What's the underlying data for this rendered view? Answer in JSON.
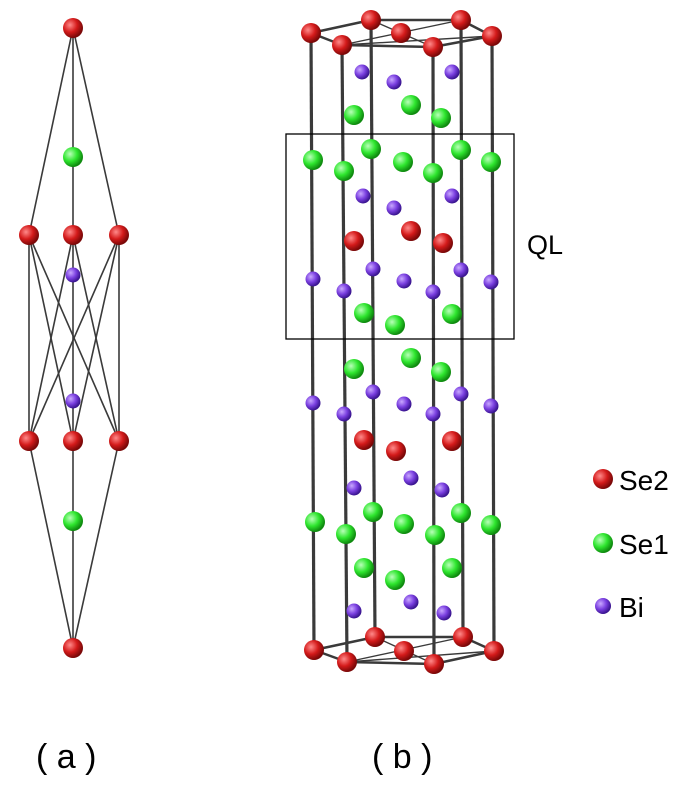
{
  "labels": {
    "panel_a": "( a )",
    "panel_b": "( b )",
    "quintuple_layer": "QL"
  },
  "legend": [
    {
      "name": "Se2",
      "color": "#d41a1a"
    },
    {
      "name": "Se1",
      "color": "#2ee62e"
    },
    {
      "name": "Bi",
      "color": "#7a3fe0"
    }
  ],
  "colors": {
    "bond": "#3a3a3a",
    "frame": "#000000"
  }
}
